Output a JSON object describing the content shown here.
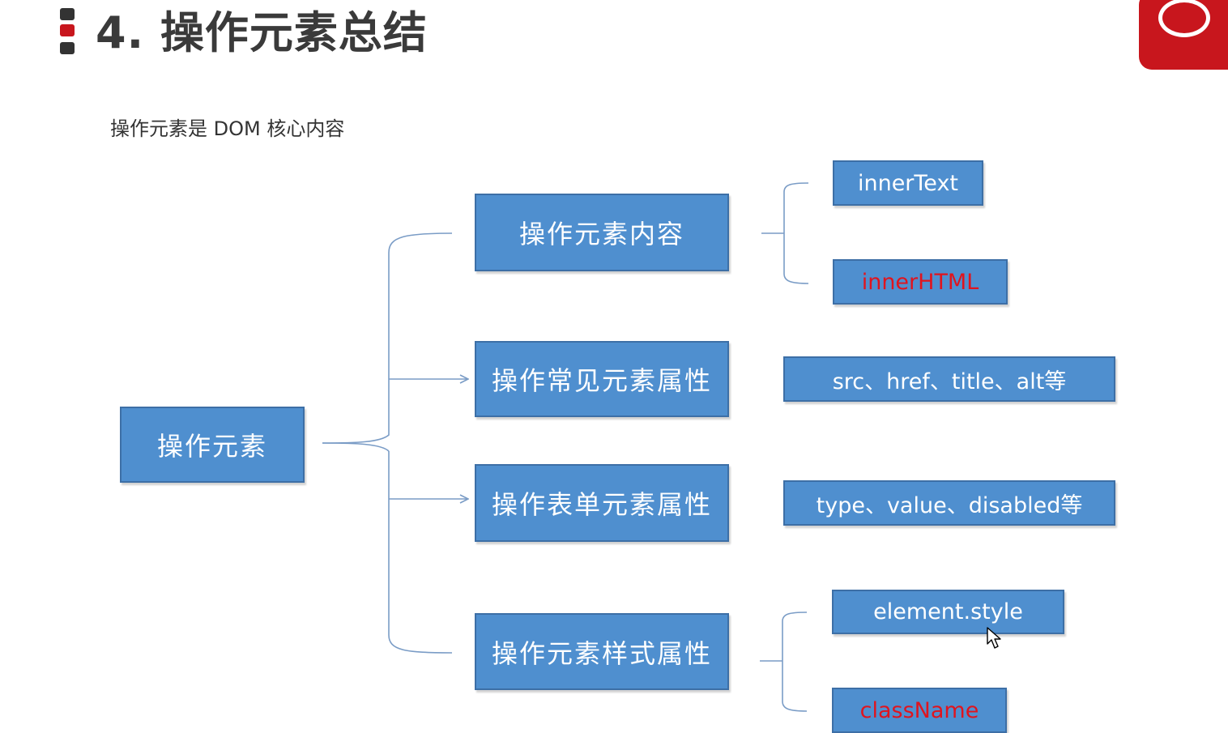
{
  "slide": {
    "title": "4. 操作元素总结",
    "subtitle": "操作元素是 DOM 核心内容"
  },
  "diagram": {
    "root": "操作元素",
    "branches": [
      {
        "label": "操作元素内容",
        "items": [
          "innerText",
          "innerHTML"
        ]
      },
      {
        "label": "操作常见元素属性",
        "items": [
          "src、href、title、alt等"
        ]
      },
      {
        "label": "操作表单元素属性",
        "items": [
          "type、value、disabled等"
        ]
      },
      {
        "label": "操作元素样式属性",
        "items": [
          "element.style",
          "className"
        ]
      }
    ]
  },
  "colors": {
    "box_fill": "#4f8fcf",
    "box_border": "#3d6fa6",
    "highlight_text": "#e0141e",
    "connector": "#7a9cc6"
  }
}
